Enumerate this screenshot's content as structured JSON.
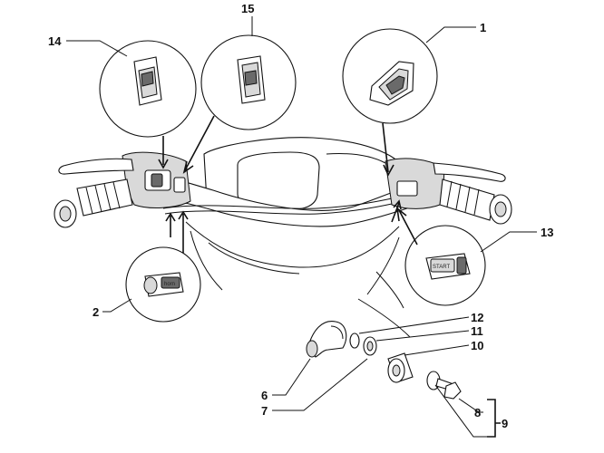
{
  "callouts": [
    {
      "id": "c1",
      "label": "1"
    },
    {
      "id": "c2",
      "label": "2"
    },
    {
      "id": "c6",
      "label": "6"
    },
    {
      "id": "c7",
      "label": "7"
    },
    {
      "id": "c8",
      "label": "8"
    },
    {
      "id": "c9",
      "label": "9"
    },
    {
      "id": "c10",
      "label": "10"
    },
    {
      "id": "c11",
      "label": "11"
    },
    {
      "id": "c12",
      "label": "12"
    },
    {
      "id": "c13",
      "label": "13"
    },
    {
      "id": "c14",
      "label": "14"
    },
    {
      "id": "c15",
      "label": "15"
    }
  ],
  "switch_marks": {
    "horn": "horn",
    "start": "START"
  }
}
